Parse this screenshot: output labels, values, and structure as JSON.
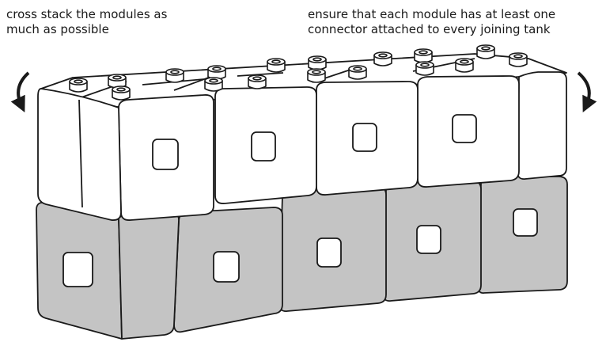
{
  "annotations": {
    "left": "cross stack the modules as\nmuch as possible",
    "right": "ensure that each module has at least one\nconnector attached to every joining tank"
  },
  "diagram": {
    "top_row_module_count": 5,
    "bottom_row_module_count": 5,
    "colors": {
      "top_module_fill": "#ffffff",
      "bottom_module_fill": "#c4c4c4",
      "outline": "#1a1a1a",
      "window_fill": "#ffffff"
    }
  }
}
